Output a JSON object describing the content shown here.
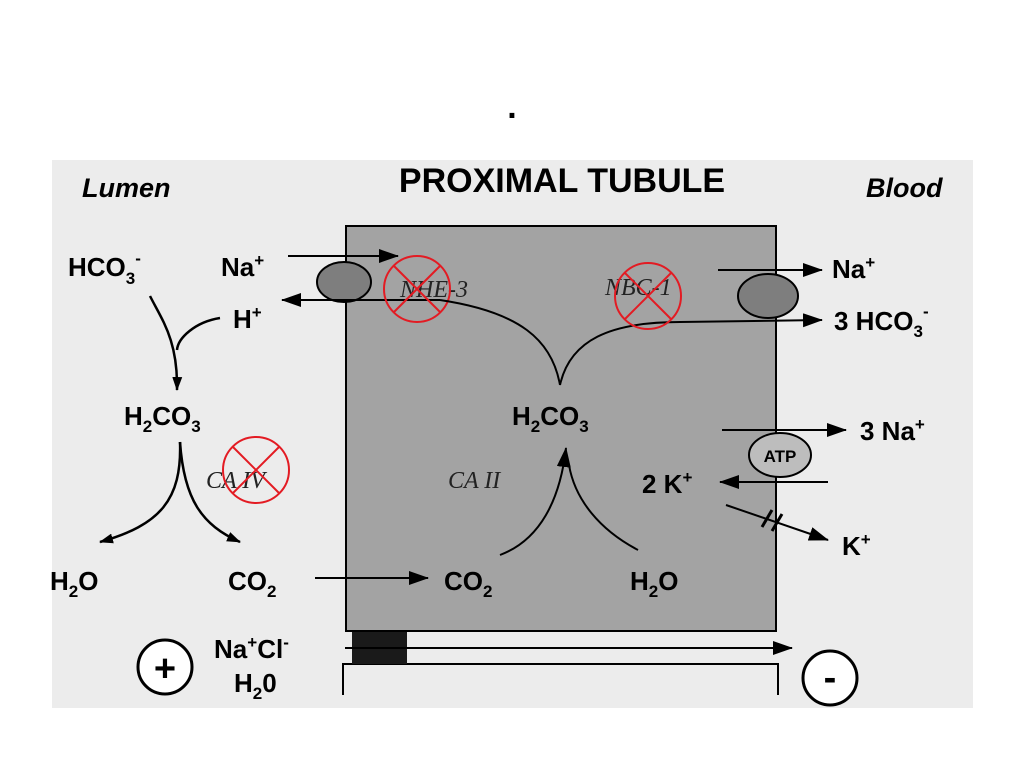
{
  "slide": {
    "dot": "."
  },
  "labels": {
    "title": "PROXIMAL TUBULE",
    "lumen": "Lumen",
    "blood": "Blood",
    "hco3_left": {
      "base": "HCO",
      "sub": "3",
      "sup": "-"
    },
    "na_in": {
      "base": "Na",
      "sup": "+"
    },
    "h_out": {
      "base": "H",
      "sup": "+"
    },
    "h2co3_left": {
      "a": "H",
      "sub1": "2",
      "b": "CO",
      "sub2": "3"
    },
    "h2o_left": {
      "a": "H",
      "sub": "2",
      "b": "O"
    },
    "co2_left": {
      "a": "CO",
      "sub": "2"
    },
    "nhe3": "NHE-3",
    "nbc1": "NBC-1",
    "h2co3_cell": {
      "a": "H",
      "sub1": "2",
      "b": "CO",
      "sub2": "3"
    },
    "ca2": "CA II",
    "ca4": "CA IV",
    "co2_cell": {
      "a": "CO",
      "sub": "2"
    },
    "h2o_cell": {
      "a": "H",
      "sub": "2",
      "b": "O"
    },
    "na_blood": {
      "base": "Na",
      "sup": "+"
    },
    "hco3_blood": {
      "pre": "3 HCO",
      "sub": "3",
      "sup": "-"
    },
    "na3_blood": {
      "pre": "3 Na",
      "sup": "+"
    },
    "k2_in": {
      "pre": "2 K",
      "sup": "+"
    },
    "k_out": {
      "base": "K",
      "sup": "+"
    },
    "atp": "ATP",
    "nacl": {
      "a": "Na",
      "sup1": "+",
      "b": "Cl",
      "sup2": "-"
    },
    "h2o_para": {
      "a": "H",
      "sub": "2",
      "b": "0"
    },
    "plus": "+",
    "minus": "-"
  },
  "colors": {
    "panel": "#ececec",
    "cell": "#a3a3a3",
    "transporter": "#7e7e7e",
    "cross": "#e31b23",
    "junction": "#1a1a1a"
  },
  "icons": [
    "cross-mark-icon",
    "transporter-oval-icon",
    "arrow-icon"
  ]
}
